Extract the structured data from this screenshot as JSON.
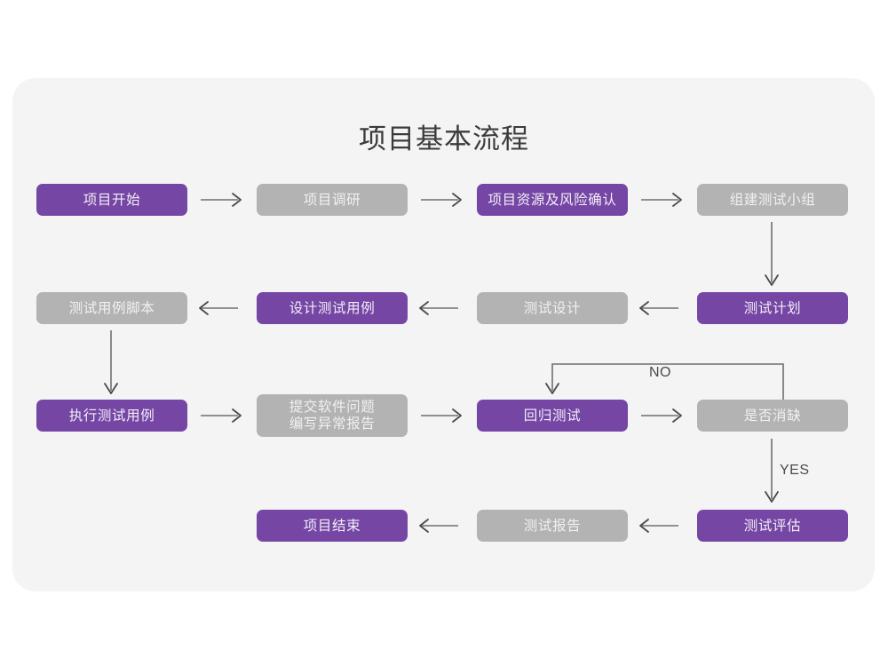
{
  "title": "项目基本流程",
  "theme": {
    "page_background": "#ffffff",
    "panel_background": "#f4f4f5",
    "accent_purple": "#7546a4",
    "muted_gray": "#b3b3b3",
    "title_color": "#3b3b3b",
    "connector_color": "#6e6e6e"
  },
  "nodes": {
    "n1": {
      "label": "项目开始",
      "state": "purple"
    },
    "n2": {
      "label": "项目调研",
      "state": "gray"
    },
    "n3": {
      "label": "项目资源及风险确认",
      "state": "purple"
    },
    "n4": {
      "label": "组建测试小组",
      "state": "gray"
    },
    "n5": {
      "label": "测试计划",
      "state": "purple"
    },
    "n6": {
      "label": "测试设计",
      "state": "gray"
    },
    "n7": {
      "label": "设计测试用例",
      "state": "purple"
    },
    "n8": {
      "label": "测试用例脚本",
      "state": "gray"
    },
    "n9": {
      "label": "执行测试用例",
      "state": "purple"
    },
    "n10": {
      "label": "提交软件问题\n编写异常报告",
      "state": "gray"
    },
    "n11": {
      "label": "回归测试",
      "state": "purple"
    },
    "n12": {
      "label": "是否消缺",
      "state": "gray"
    },
    "n13": {
      "label": "测试评估",
      "state": "purple"
    },
    "n14": {
      "label": "测试报告",
      "state": "gray"
    },
    "n15": {
      "label": "项目结束",
      "state": "purple"
    }
  },
  "edge_labels": {
    "no": "NO",
    "yes": "YES"
  },
  "flow": [
    {
      "from": "项目开始",
      "to": "项目调研",
      "direction": "right"
    },
    {
      "from": "项目调研",
      "to": "项目资源及风险确认",
      "direction": "right"
    },
    {
      "from": "项目资源及风险确认",
      "to": "组建测试小组",
      "direction": "right"
    },
    {
      "from": "组建测试小组",
      "to": "测试计划",
      "direction": "down"
    },
    {
      "from": "测试计划",
      "to": "测试设计",
      "direction": "left"
    },
    {
      "from": "测试设计",
      "to": "设计测试用例",
      "direction": "left"
    },
    {
      "from": "设计测试用例",
      "to": "测试用例脚本",
      "direction": "left"
    },
    {
      "from": "测试用例脚本",
      "to": "执行测试用例",
      "direction": "down"
    },
    {
      "from": "执行测试用例",
      "to": "提交软件问题 编写异常报告",
      "direction": "right"
    },
    {
      "from": "提交软件问题 编写异常报告",
      "to": "回归测试",
      "direction": "right"
    },
    {
      "from": "回归测试",
      "to": "是否消缺",
      "direction": "right"
    },
    {
      "from": "是否消缺",
      "to": "回归测试",
      "direction": "loop-up-left",
      "label": "NO"
    },
    {
      "from": "是否消缺",
      "to": "测试评估",
      "direction": "down",
      "label": "YES"
    },
    {
      "from": "测试评估",
      "to": "测试报告",
      "direction": "left"
    },
    {
      "from": "测试报告",
      "to": "项目结束",
      "direction": "left"
    }
  ]
}
